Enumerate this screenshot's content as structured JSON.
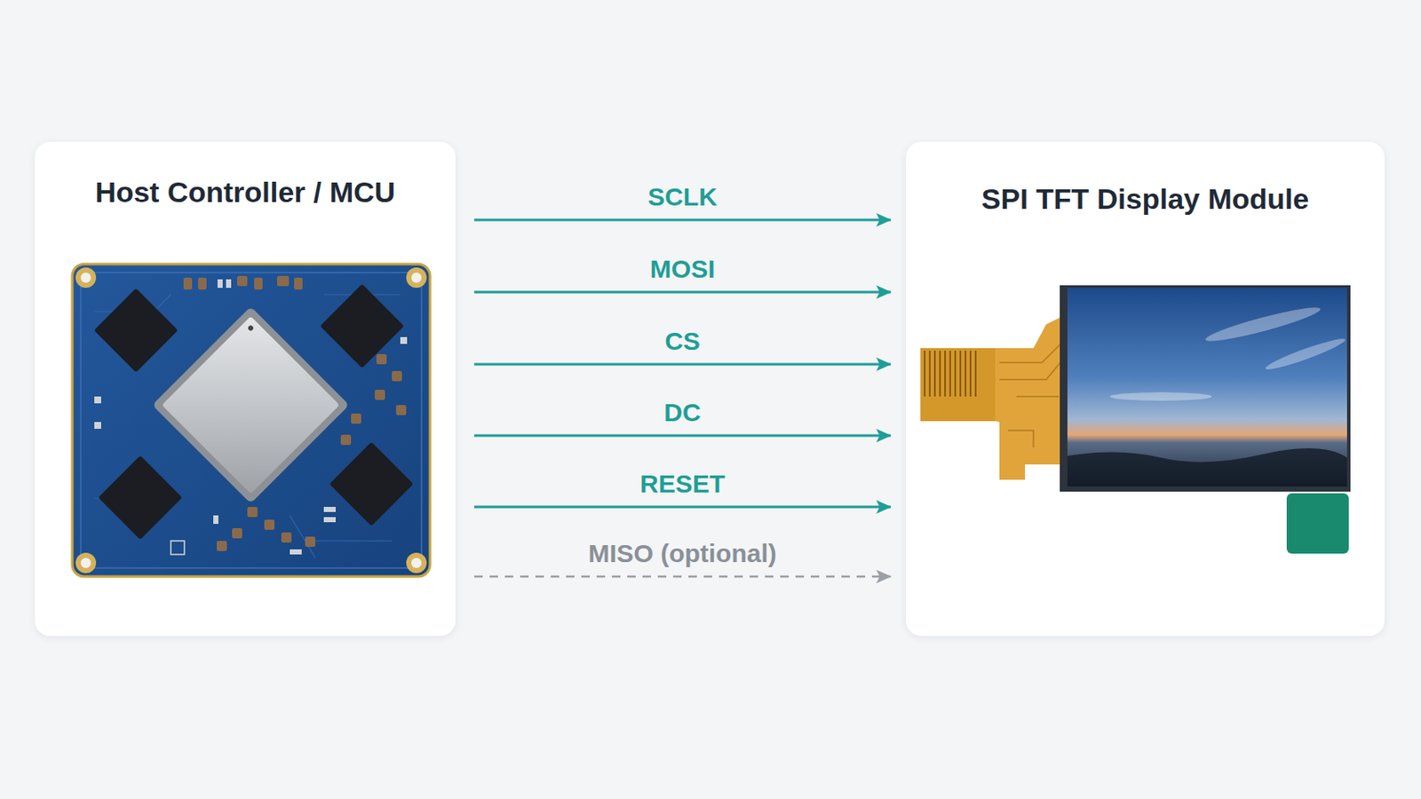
{
  "diagram": {
    "nodes": [
      {
        "text": [
          "Host Controller / MCU"
        ]
      },
      {
        "text": [
          "SPI TFT Display Module"
        ]
      }
    ],
    "edges": [
      {
        "from": 0,
        "to": 1,
        "arrow": "to",
        "label": "SCLK"
      },
      {
        "from": 0,
        "to": 1,
        "arrow": "to",
        "label": "MOSI"
      },
      {
        "from": 0,
        "to": 1,
        "arrow": "to",
        "label": "CS"
      },
      {
        "from": 0,
        "to": 1,
        "arrow": "to",
        "label": "DC"
      },
      {
        "from": 0,
        "to": 1,
        "arrow": "to",
        "label": "RESET"
      },
      {
        "from": 0,
        "to": 1,
        "arrow": "to",
        "label": "MISO (optional)"
      }
    ]
  }
}
